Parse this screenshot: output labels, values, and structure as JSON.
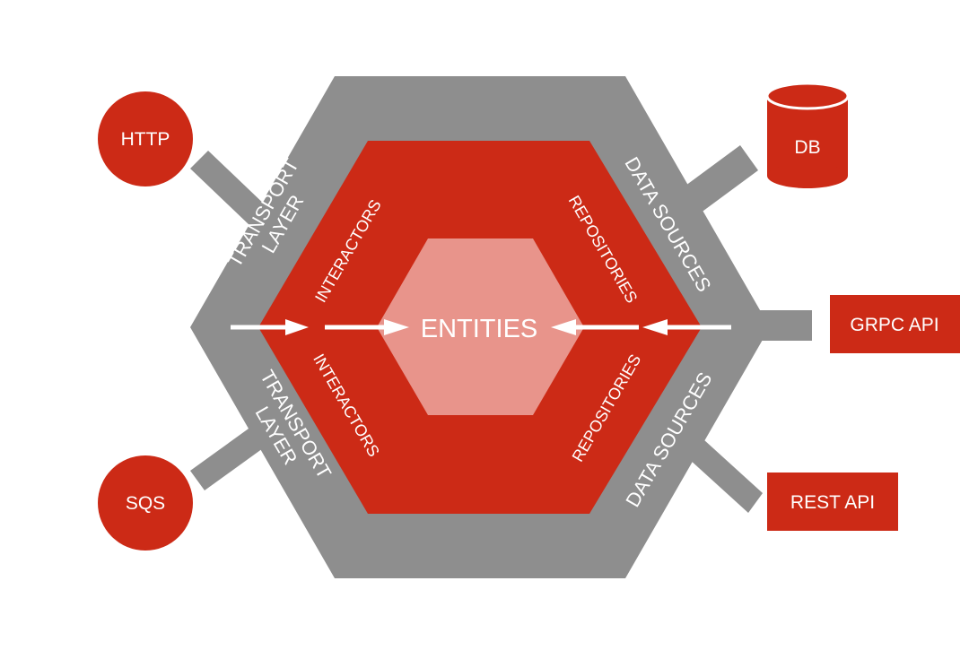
{
  "colors": {
    "background": "#ffffff",
    "outer_ring": "#8e8e8e",
    "middle_ring": "#cc2a16",
    "core": "#e8948b",
    "node_fill": "#cc2a16",
    "text": "#ffffff",
    "arrow": "#ffffff"
  },
  "nodes": {
    "http": "HTTP",
    "sqs": "SQS",
    "db": "DB",
    "grpc": "GRPC API",
    "rest": "REST API"
  },
  "outer_ring": {
    "transport_top": [
      "TRANSPORT",
      "LAYER"
    ],
    "transport_bottom": [
      "TRANSPORT",
      "LAYER"
    ],
    "data_sources_top": "DATA SOURCES",
    "data_sources_bottom": "DATA SOURCES"
  },
  "middle_ring": {
    "interactors_top": "INTERACTORS",
    "interactors_bottom": "INTERACTORS",
    "repositories_top": "REPOSITORIES",
    "repositories_bottom": "REPOSITORIES"
  },
  "core": {
    "label": "ENTITIES"
  },
  "icons": {
    "db": "database-cylinder-icon",
    "arrows": "right-arrow-icon"
  }
}
